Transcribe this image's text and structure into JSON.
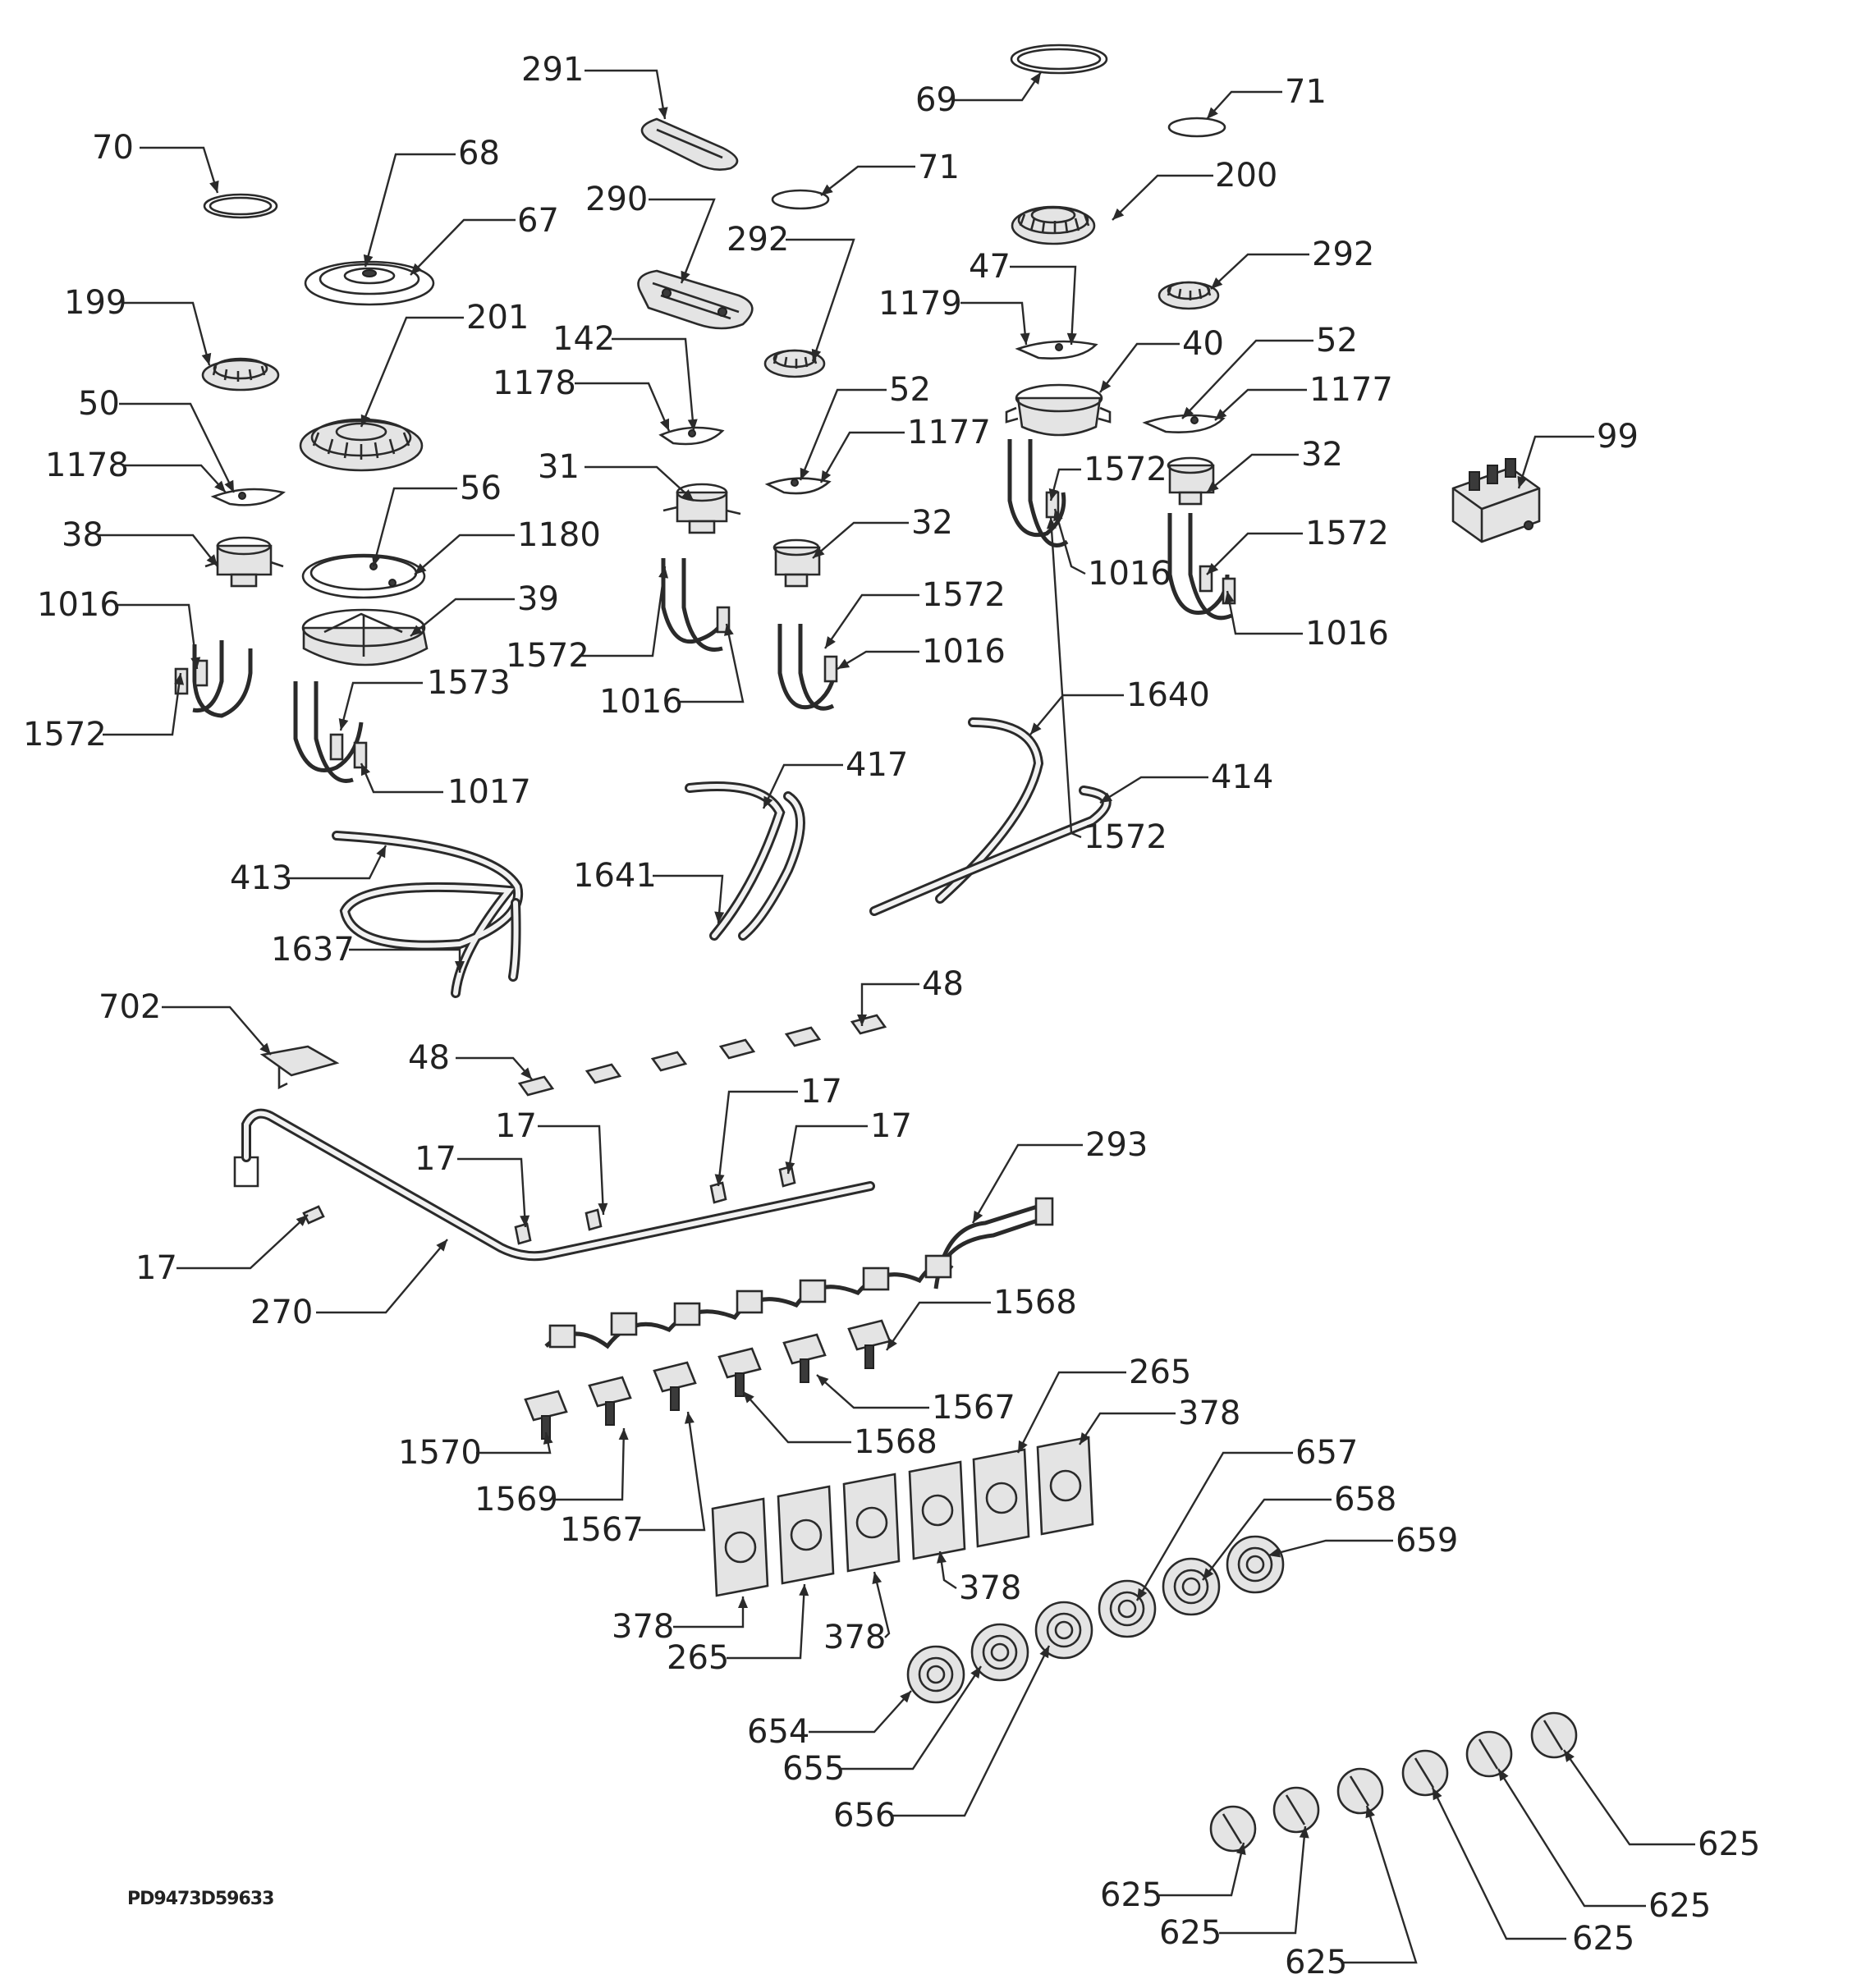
{
  "document_code": "PD9473D59633",
  "callouts": [
    "291",
    "69",
    "71",
    "70",
    "68",
    "71",
    "290",
    "67",
    "292",
    "200",
    "292",
    "199",
    "201",
    "47",
    "1179",
    "142",
    "1178",
    "40",
    "52",
    "52",
    "50",
    "1177",
    "1177",
    "1178",
    "56",
    "31",
    "1572",
    "32",
    "99",
    "38",
    "1180",
    "32",
    "1016",
    "1572",
    "39",
    "1572",
    "1016",
    "1572",
    "1572",
    "1016",
    "1016",
    "1573",
    "1016",
    "1640",
    "1572",
    "417",
    "414",
    "1017",
    "1641",
    "413",
    "1637",
    "48",
    "702",
    "48",
    "17",
    "17",
    "17",
    "17",
    "293",
    "17",
    "270",
    "1568",
    "265",
    "1567",
    "378",
    "1568",
    "1570",
    "657",
    "658",
    "1569",
    "659",
    "1567",
    "378",
    "378",
    "265",
    "378",
    "654",
    "655",
    "656",
    "625",
    "625",
    "625",
    "625",
    "625",
    "625"
  ],
  "hint_leaders": "diagram-leaders"
}
